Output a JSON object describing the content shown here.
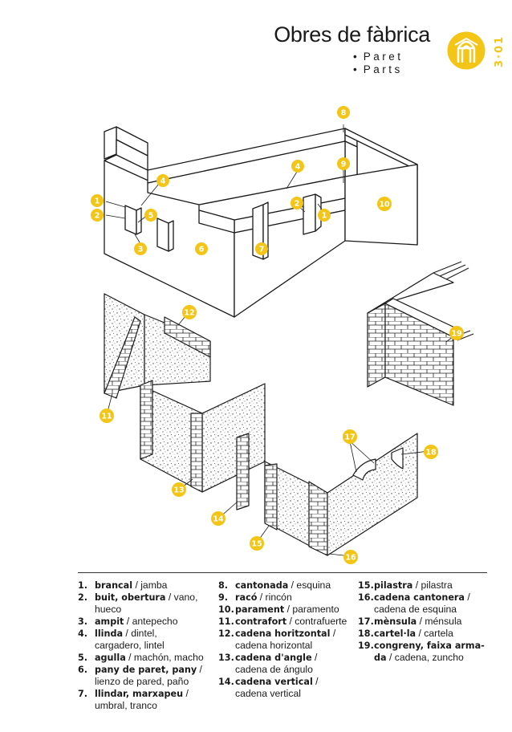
{
  "header": {
    "title": "Obres de fàbrica",
    "subtitle": [
      "Paret",
      "Parts"
    ],
    "page_code": "3·01",
    "accent_color": "#f3c517"
  },
  "diagram": {
    "markers": [
      {
        "n": "1"
      },
      {
        "n": "2"
      },
      {
        "n": "5"
      },
      {
        "n": "4"
      },
      {
        "n": "3"
      },
      {
        "n": "6"
      },
      {
        "n": "7"
      },
      {
        "n": "4"
      },
      {
        "n": "2"
      },
      {
        "n": "1"
      },
      {
        "n": "8"
      },
      {
        "n": "9"
      },
      {
        "n": "10"
      },
      {
        "n": "12"
      },
      {
        "n": "11"
      },
      {
        "n": "13"
      },
      {
        "n": "14"
      },
      {
        "n": "15"
      },
      {
        "n": "16"
      },
      {
        "n": "17"
      },
      {
        "n": "18"
      },
      {
        "n": "19"
      }
    ]
  },
  "legend": [
    [
      {
        "num": "1.",
        "term": "brancal",
        "rest": " / jamba"
      },
      {
        "num": "2.",
        "term": "buit, obertura",
        "rest": " / vano, hueco"
      },
      {
        "num": "3.",
        "term": "ampit",
        "rest": " / antepecho"
      },
      {
        "num": "4.",
        "term": "llinda",
        "rest": " / dintel, cargadero, lintel"
      },
      {
        "num": "5.",
        "term": "agulla",
        "rest": " / machón, macho"
      },
      {
        "num": "6.",
        "term": "pany de paret, pany",
        "rest": " / lienzo de pared, paño"
      },
      {
        "num": "7.",
        "term": "llindar, marxapeu",
        "rest": " / umbral, tranco"
      }
    ],
    [
      {
        "num": "8.",
        "term": "cantonada",
        "rest": " / esquina"
      },
      {
        "num": "9.",
        "term": "racó",
        "rest": " / rincón"
      },
      {
        "num": "10.",
        "term": "parament",
        "rest": " / paramento"
      },
      {
        "num": "11.",
        "term": "contrafort",
        "rest": " / contrafuerte"
      },
      {
        "num": "12.",
        "term": "cadena horitzontal",
        "rest": " / cadena horizontal"
      },
      {
        "num": "13.",
        "term": "cadena d'angle",
        "rest": " / cadena de ángulo"
      },
      {
        "num": "14.",
        "term": "cadena vertical",
        "rest": " / cadena vertical"
      }
    ],
    [
      {
        "num": "15.",
        "term": "pilastra",
        "rest": " / pilastra"
      },
      {
        "num": "16.",
        "term": "cadena cantonera",
        "rest": " / cadena de esquina"
      },
      {
        "num": "17.",
        "term": "mènsula",
        "rest": " / ménsula"
      },
      {
        "num": "18.",
        "term": "cartel·la",
        "rest": " / cartela"
      },
      {
        "num": "19.",
        "term": "congreny, faixa arma-da",
        "rest": " / cadena, zuncho"
      }
    ]
  ]
}
